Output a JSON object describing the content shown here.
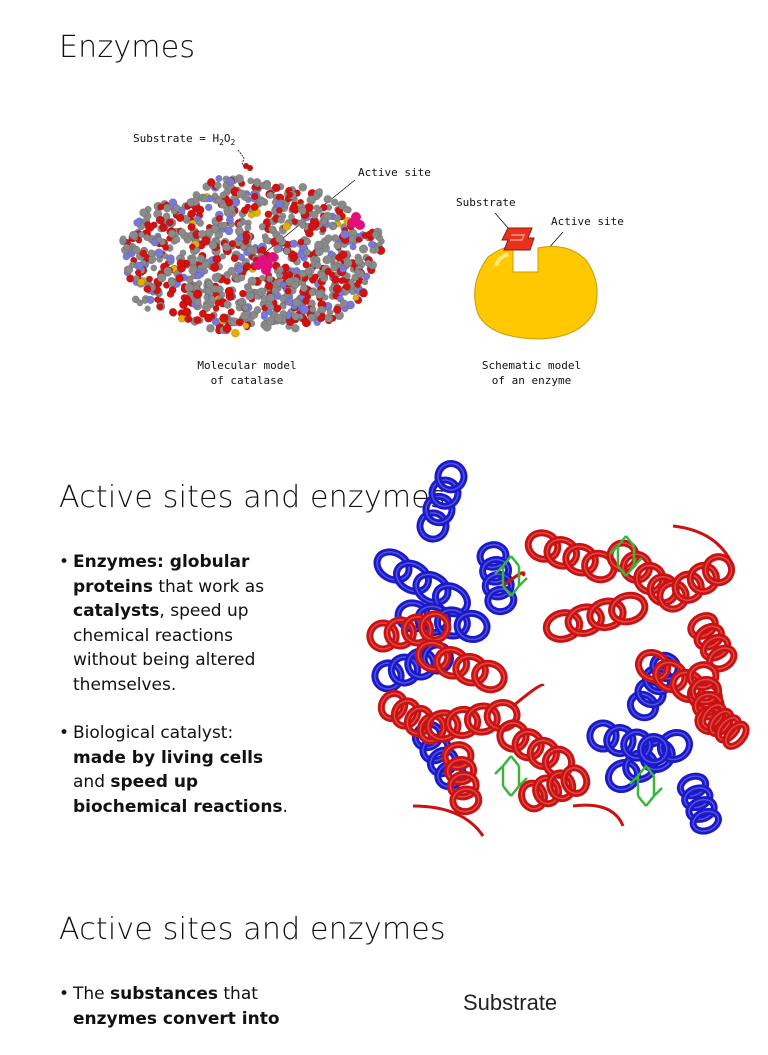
{
  "slide1": {
    "title": "Enzymes",
    "substrate_eq_prefix": "Substrate = H",
    "substrate_eq_sub1": "2",
    "substrate_eq_mid": "O",
    "substrate_eq_sub2": "2",
    "active_site_left": "Active site",
    "substrate_right": "Substrate",
    "active_site_right": "Active site",
    "caption_left_1": "Molecular model",
    "caption_left_2": "of catalase",
    "caption_right_1": "Schematic model",
    "caption_right_2": "of an enzyme"
  },
  "slide2": {
    "title": "Active sites and enzymes",
    "b1_part1": "Enzymes: globular proteins",
    "b1_part2": " that work as ",
    "b1_part3": "catalysts",
    "b1_part4": ", speed up chemical reactions without being altered themselves.",
    "b2_part1": "Biological catalyst: ",
    "b2_part2": "made by living cells",
    "b2_part3": " and ",
    "b2_part4": "speed up biochemical reactions",
    "b2_part5": "."
  },
  "slide3": {
    "title": "Active sites and enzymes",
    "b1_part1": "The ",
    "b1_part2": "substances",
    "b1_part3": " that ",
    "b1_part4": "enzymes convert into",
    "substrate_label": "Substrate"
  },
  "colors": {
    "enzyme_yellow": "#ffc800",
    "substrate_red": "#e8321e",
    "helix_red": "#cc1111",
    "helix_blue": "#1a1acc",
    "heme_green": "#3ab53a",
    "atom_gray": "#8a8a8a",
    "atom_red": "#d41010",
    "atom_blue": "#7878d8",
    "active_magenta": "#e0107a"
  }
}
